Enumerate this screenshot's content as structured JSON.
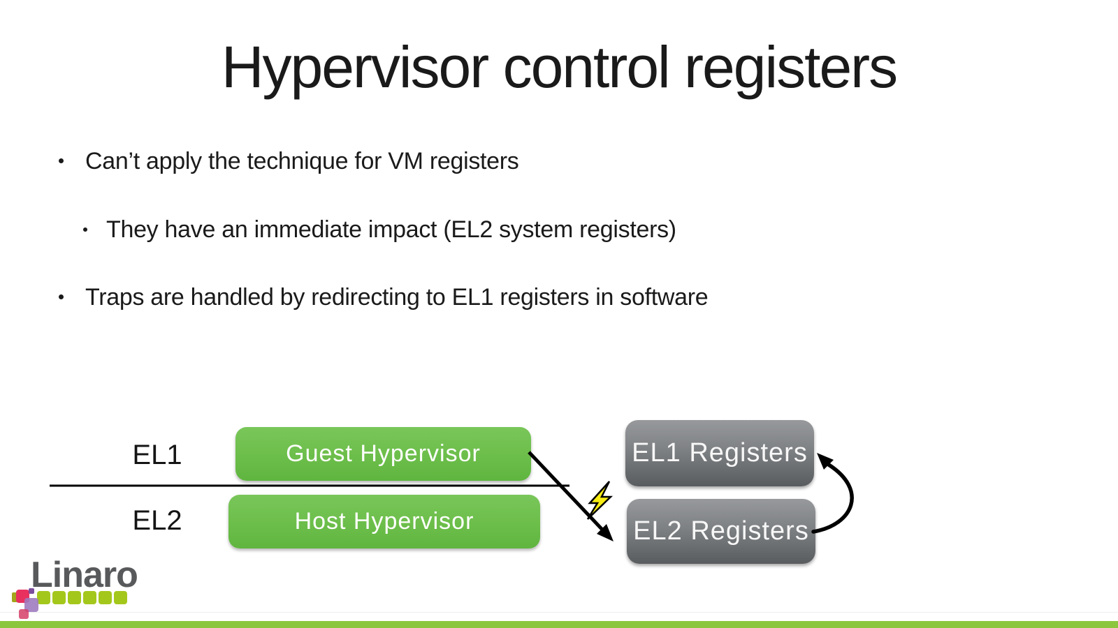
{
  "theme": {
    "slide-bg": "#ffffff",
    "text-color": "#1a1a1a",
    "green-box": "#6cbe4a",
    "green-box-light": "#79c65a",
    "gray-box-top": "#97999c",
    "gray-box-bottom": "#595c5f",
    "box-text": "#ffffff",
    "bolt-yellow": "#f7ec13",
    "arrow-black": "#000000",
    "footer-bar-green": "#8cc63e",
    "logo-gray": "#58595b",
    "logo-green": "#a4c71c",
    "logo-pink": "#e8315f",
    "logo-purple": "#9f7bbf",
    "logo-dark-purple": "#7c4e9d",
    "logo-crimson": "#d64069",
    "logo-olive": "#a3a51b"
  },
  "slide": {
    "title": "Hypervisor control registers",
    "bullets": [
      {
        "level": 1,
        "text": "Can’t apply the technique for VM registers"
      },
      {
        "level": 2,
        "text": "They have an immediate impact (EL2 system registers)"
      },
      {
        "level": 1,
        "text": "Traps are handled by redirecting to EL1 registers in software"
      }
    ]
  },
  "diagram": {
    "privilege_levels": [
      {
        "label": "EL1"
      },
      {
        "label": "EL2"
      }
    ],
    "hypervisor_boxes": [
      {
        "label": "Guest Hypervisor"
      },
      {
        "label": "Host Hypervisor"
      }
    ],
    "register_boxes": [
      {
        "label": "EL1 Registers"
      },
      {
        "label": "EL2 Registers"
      }
    ],
    "icons": [
      "el-separator-line",
      "trap-arrow-icon",
      "lightning-bolt-icon",
      "redirect-arrow-icon"
    ]
  },
  "footer": {
    "logo_text": "Linaro"
  }
}
